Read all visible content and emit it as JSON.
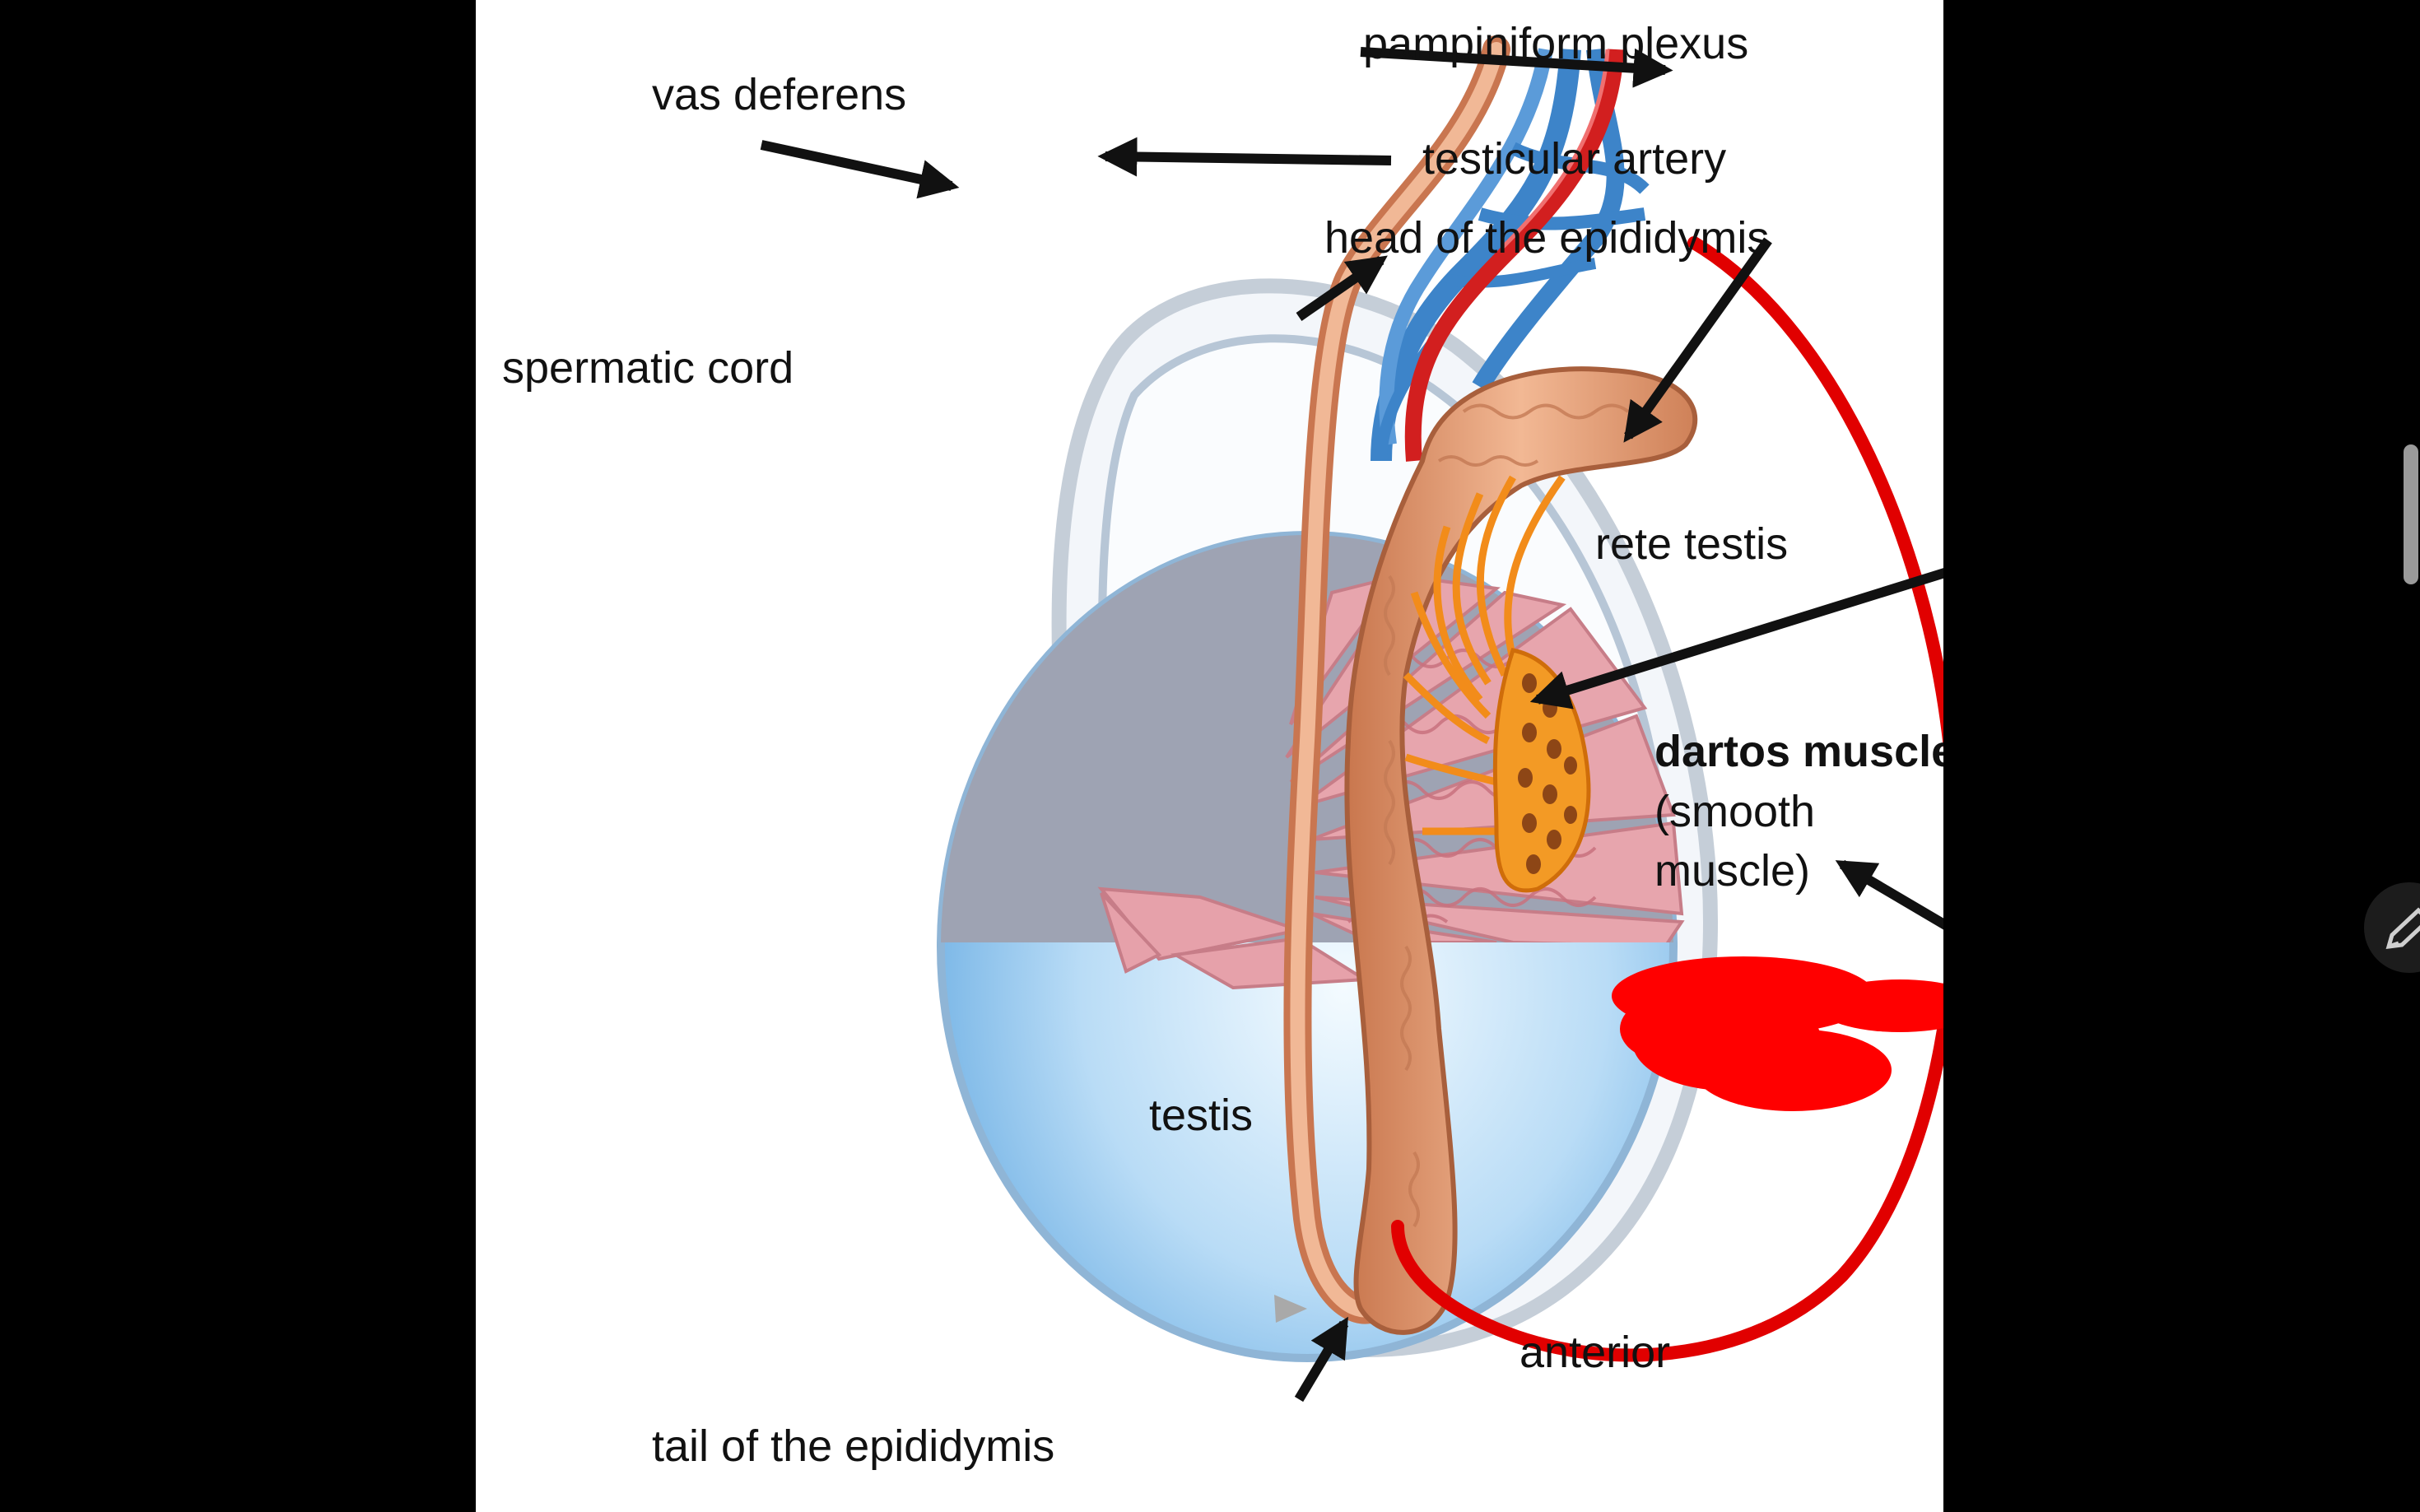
{
  "labels": {
    "vas_deferens": "vas deferens",
    "pampiniform_plexus": "pampiniform plexus",
    "testicular_artery": "testicular artery",
    "head_epididymis": "head of the epididymis",
    "spermatic_cord": "spermatic cord",
    "rete_testis": "rete testis",
    "dartos_title": "dartos muscle",
    "dartos_sub": "(smooth muscle)",
    "testis": "testis",
    "anterior": "anterior",
    "tail_epididymis": "tail of the epididymis"
  },
  "colors": {
    "background": "#000000",
    "canvas": "#ffffff",
    "annotation_red": "#e10000",
    "epididymis": "#e9a27c",
    "vein_blue": "#4a8fd1",
    "artery_red": "#d21f1f",
    "rete_orange": "#f28c1a",
    "tubule_pink": "#e7a0a8",
    "testis_blue": "#b8dbf6"
  },
  "icons": {
    "pen_button": "pen-icon",
    "scroll_handle": "scrollbar-handle"
  }
}
